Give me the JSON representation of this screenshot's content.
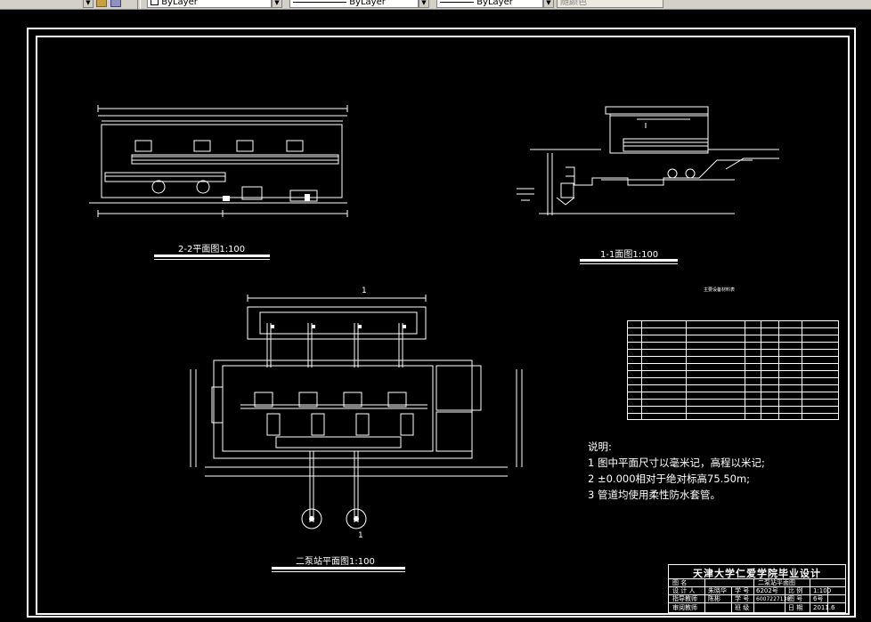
{
  "toolbar": {
    "layer_label": "ByLayer",
    "linetype_label": "ByLayer",
    "lineweight_label": "ByLayer",
    "color_label": "随颜色"
  },
  "drawing": {
    "title_22": "2-2平面图1:100",
    "title_11": "1-1面图1:100",
    "title_plan": "二泵站平面图1:100",
    "table_title": "主要设备材料表",
    "notes_heading": "说明:",
    "notes": [
      "1  图中平面尺寸以毫米记，高程以米记;",
      "2  ±0.000相对于绝对标高75.50m;",
      "3  管道均使用柔性防水套管。"
    ],
    "section_mark_top": "1",
    "section_mark_bottom": "1"
  },
  "titleblock": {
    "school": "天津大学仁爱学院毕业设计",
    "drawing_name": "二泵站平面图",
    "rows": [
      [
        "图  名",
        "",
        "",
        "",
        "",
        ""
      ],
      [
        "设 计 人",
        "朱晓华",
        "学 号",
        "6202号",
        "比 例",
        "1:100"
      ],
      [
        "指导教师",
        "陈彬",
        "学 号",
        "6007227138",
        "图 号",
        "6号"
      ],
      [
        "审阅教师",
        "",
        "班 级",
        "",
        "日 期",
        "2011.6"
      ]
    ]
  },
  "colors": {
    "background": "#000000",
    "lines": "#ffffff",
    "toolbar": "#d4d0c8"
  }
}
